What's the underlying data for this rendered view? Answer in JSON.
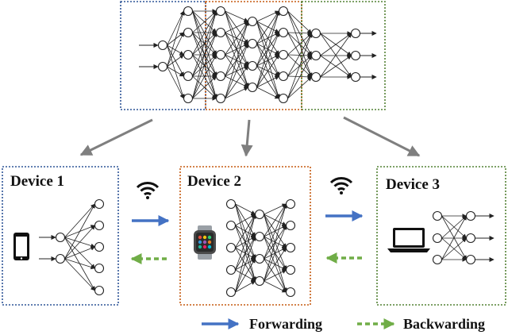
{
  "devices": [
    {
      "title": "Device 1",
      "icon": "smartphone-icon"
    },
    {
      "title": "Device 2",
      "icon": "smartwatch-icon"
    },
    {
      "title": "Device 3",
      "icon": "laptop-icon"
    }
  ],
  "legend": {
    "forward_label": "Forwarding",
    "backward_label": "Backwarding"
  },
  "colors": {
    "forward": "#4472c4",
    "backward": "#70ad47",
    "partition_1": "#2f5597",
    "partition_2": "#c55a11",
    "partition_3": "#548235",
    "split_arrow": "#7f7f7f",
    "edge": "#222222"
  },
  "connectivity_icon": "wifi-icon"
}
